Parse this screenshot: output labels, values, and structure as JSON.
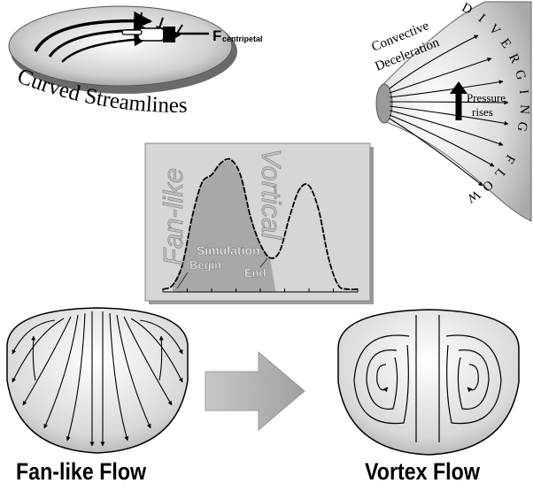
{
  "curved_panel": {
    "title": "Curved Streamlines",
    "force_label_main": "F",
    "force_label_sub": "centripetal"
  },
  "diverging_panel": {
    "arc_text": "DIVERGING FLOW",
    "convective_line1": "Convective",
    "convective_line2": "Deceleration",
    "pressure_line1": "Pressure",
    "pressure_line2": "rises"
  },
  "chart_panel": {
    "label_fanlike": "Fan-like",
    "label_vortical": "Vortical",
    "label_simulation": "Simulation",
    "label_begin": "Begin",
    "label_end": "End"
  },
  "chart_data": {
    "type": "line",
    "title": "",
    "xlabel": "",
    "ylabel": "",
    "x": [
      0,
      0.05,
      0.1,
      0.15,
      0.2,
      0.25,
      0.3,
      0.35,
      0.4,
      0.45,
      0.5,
      0.55,
      0.6,
      0.65,
      0.7,
      0.75,
      0.8,
      0.85,
      0.9,
      0.95,
      1.0
    ],
    "series": [
      {
        "values": [
          0.02,
          0.05,
          0.2,
          0.55,
          0.8,
          0.86,
          0.95,
          0.97,
          0.85,
          0.55,
          0.35,
          0.25,
          0.3,
          0.55,
          0.75,
          0.78,
          0.6,
          0.25,
          0.05,
          0.02,
          0.02
        ]
      }
    ],
    "shaded_region_x": [
      0.05,
      0.58
    ],
    "ylim": [
      0,
      1
    ],
    "grid": false
  },
  "bottom_left": {
    "caption": "Fan-like Flow"
  },
  "bottom_right": {
    "caption": "Vortex Flow"
  },
  "colors": {
    "ink": "#000000",
    "panel_grey": "#d6d6d6",
    "shade_grey": "#a8a8a8",
    "arrow_grey": "#b8b8b8",
    "label_grey": "#9a9a9a"
  }
}
